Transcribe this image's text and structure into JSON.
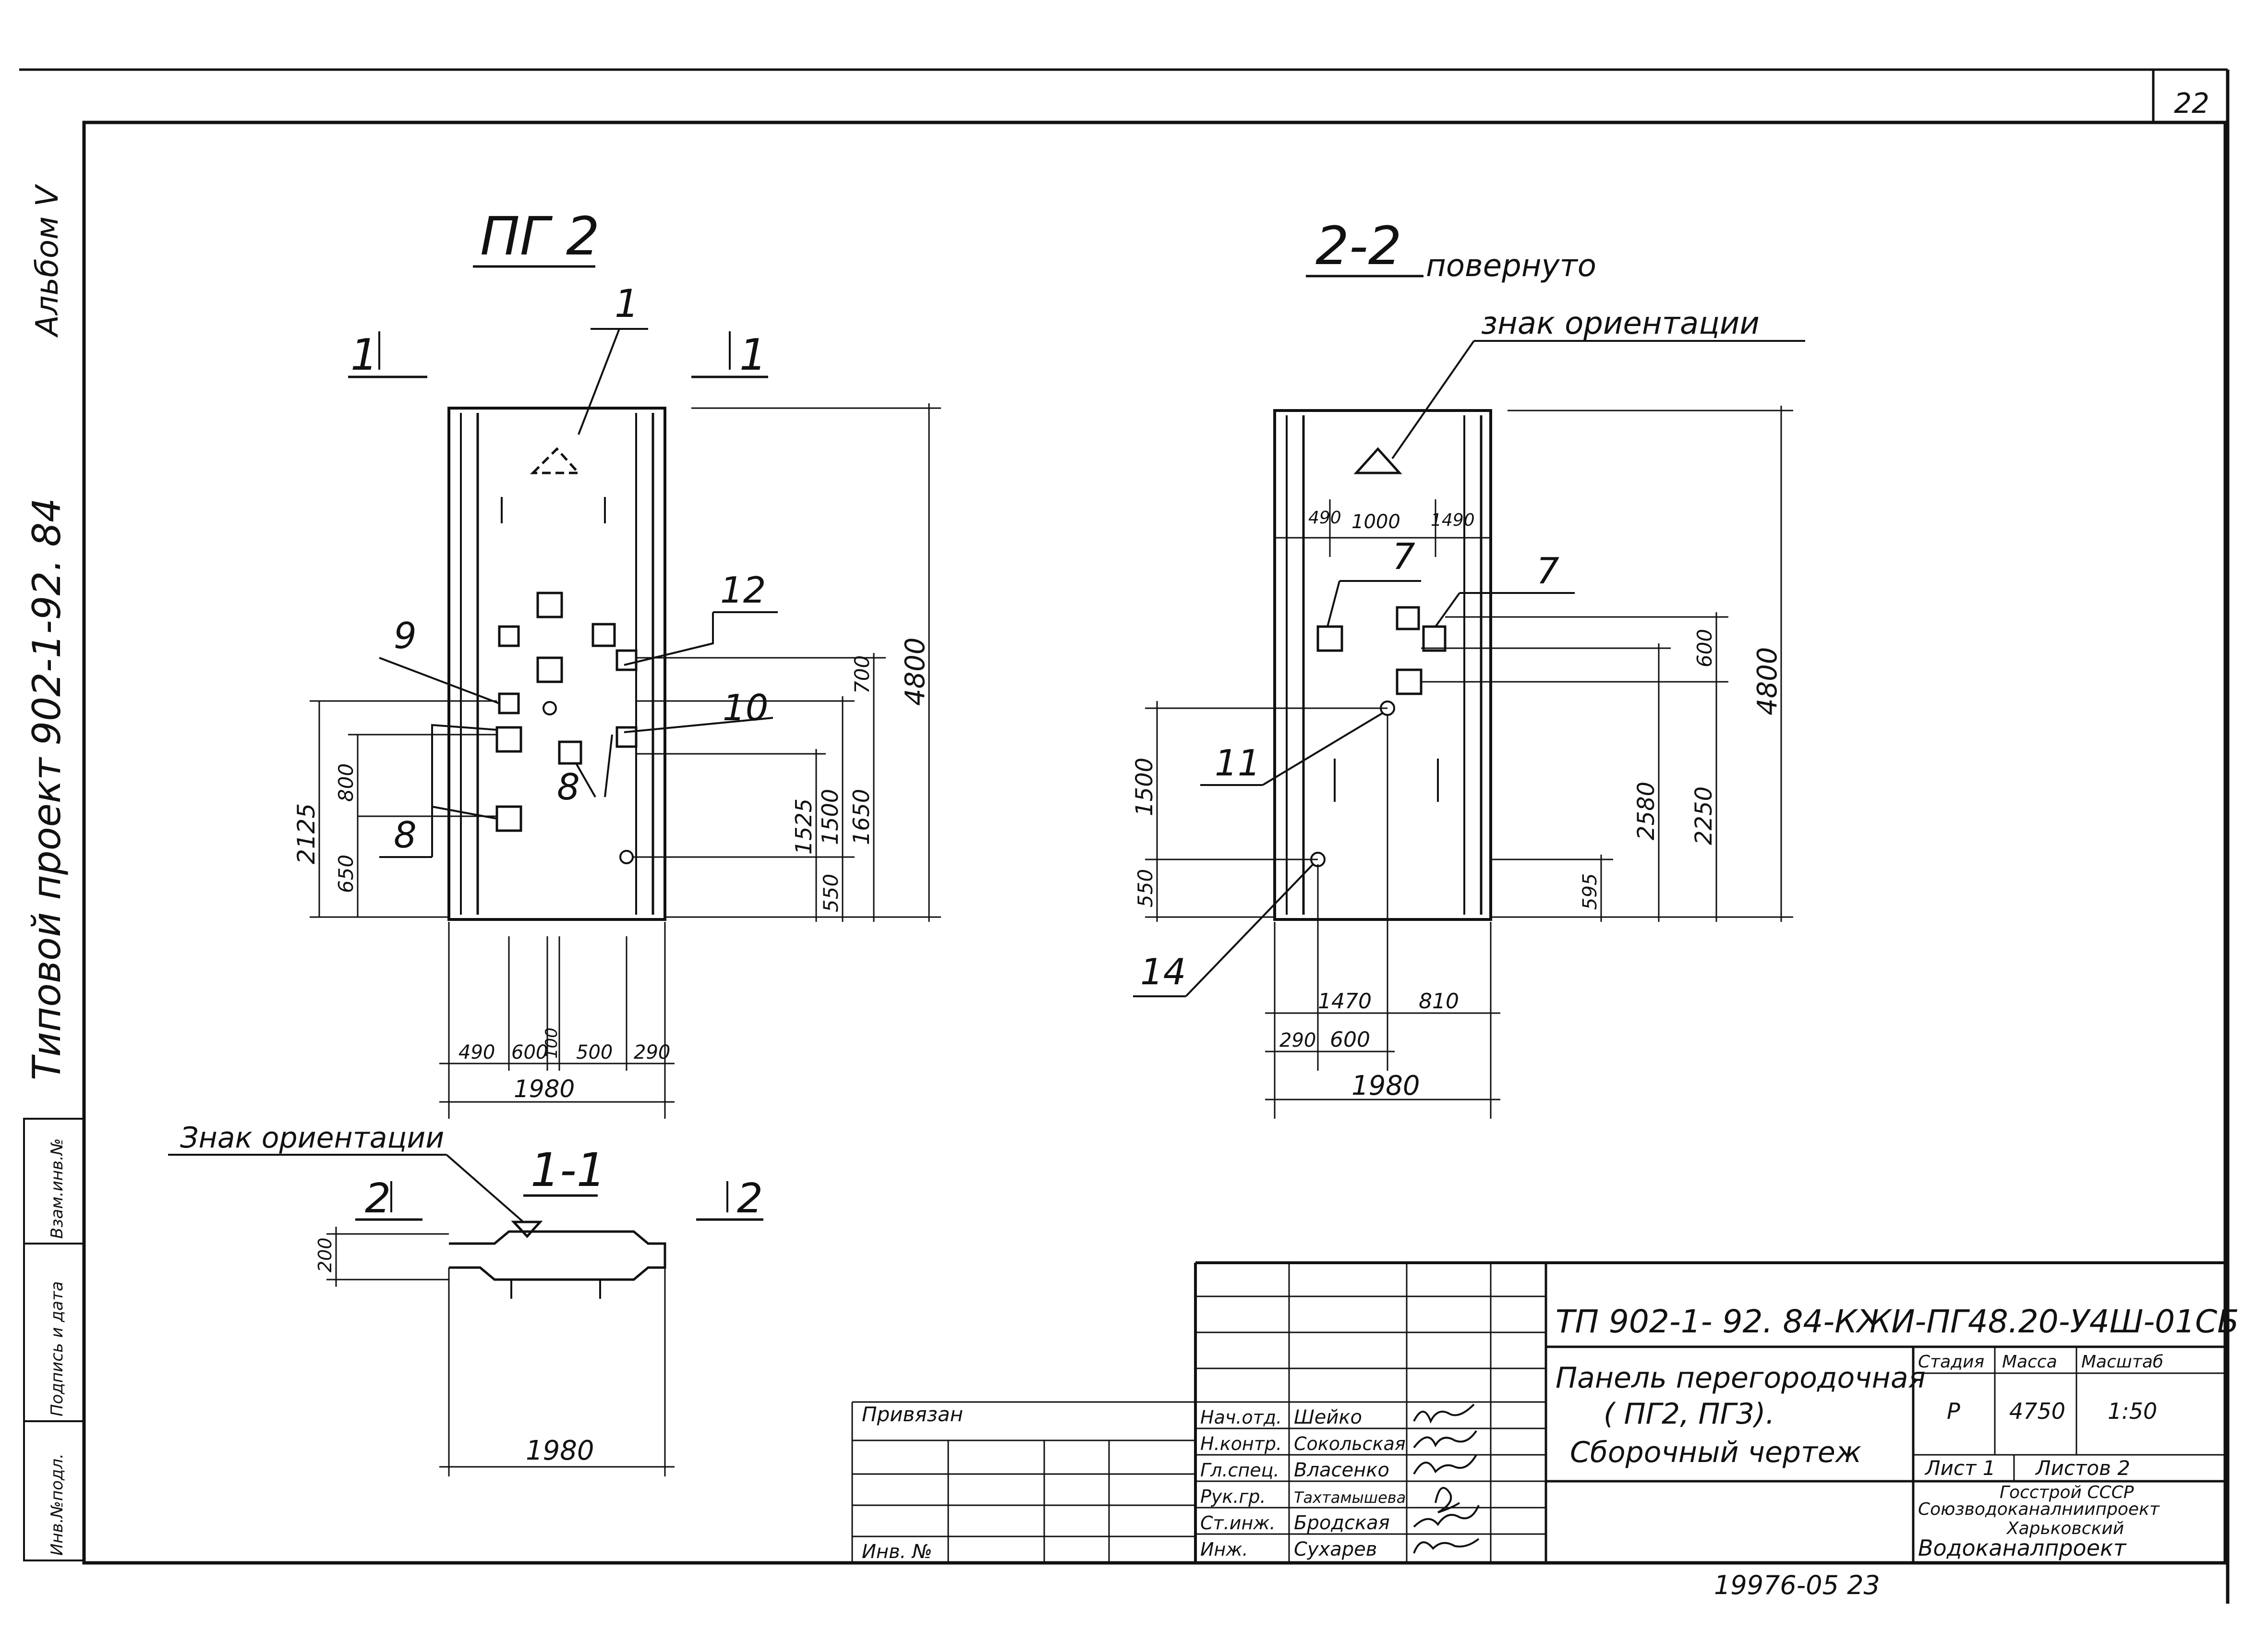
{
  "sheet_number": "22",
  "side_margin": {
    "album": "Альбом V",
    "project": "Типовой проект 902-1-92. 84",
    "inv_no_podl": "Инв.№подл.",
    "podpis_data": "Подпись и дата",
    "vzam_inv": "Взам.инв.№"
  },
  "view_pg2": {
    "title": "ПГ 2",
    "section_marks": [
      "1",
      "1"
    ],
    "position_labels": [
      "1",
      "9",
      "12",
      "10",
      "8",
      "8"
    ],
    "dims_left": [
      "2125",
      "800",
      "650"
    ],
    "dims_right": [
      "700",
      "1500",
      "1650",
      "1525",
      "550",
      "4800"
    ],
    "dims_bottom": [
      "490",
      "600",
      "100",
      "500",
      "290"
    ],
    "width_total": "1980"
  },
  "view_2_2": {
    "title": "2-2",
    "subtitle": "повернуто",
    "orientation_label": "знак ориентации",
    "position_labels": [
      "7",
      "7",
      "11",
      "14"
    ],
    "dims_top": [
      "490",
      "1000",
      "1490"
    ],
    "dims_left": [
      "1500",
      "550"
    ],
    "dims_right": [
      "600",
      "2580",
      "2250",
      "595",
      "4800"
    ],
    "dims_bottom": [
      "1470",
      "810",
      "290",
      "600"
    ],
    "width_total": "1980"
  },
  "section_1_1": {
    "orientation_label": "Знак ориентации",
    "title": "1-1",
    "section_marks": [
      "2",
      "2"
    ],
    "thickness": "200",
    "width": "1980"
  },
  "title_block": {
    "code": "ТП 902-1- 92. 84-КЖИ-ПГ48.20-У4Ш-01СБ",
    "name_line1": "Панель перегородочная",
    "name_line2": "( ПГ2, ПГ3).",
    "name_line3": "Сборочный чертеж",
    "privyazan": "Привязан",
    "inv_no": "Инв. №",
    "stage_header": "Стадия",
    "mass_header": "Масса",
    "scale_header": "Масштаб",
    "stage": "Р",
    "mass": "4750",
    "scale": "1:50",
    "sheet_label": "Лист 1",
    "sheets_label": "Листов 2",
    "org_line1": "Госстрой СССР",
    "org_line2": "Союзводоканалниипроект",
    "org_line3": "Харьковский",
    "org_line4": "Водоканалпроект",
    "staff": [
      {
        "role": "Нач.отд.",
        "name": "Шейко"
      },
      {
        "role": "Н.контр.",
        "name": "Сокольская"
      },
      {
        "role": "Гл.спец.",
        "name": "Власенко"
      },
      {
        "role": "Рук.гр.",
        "name": "Тахтамышева"
      },
      {
        "role": "Ст.инж.",
        "name": "Бродская"
      },
      {
        "role": "Инж.",
        "name": "Сухарев"
      }
    ]
  },
  "archive_number": "19976-05 23"
}
